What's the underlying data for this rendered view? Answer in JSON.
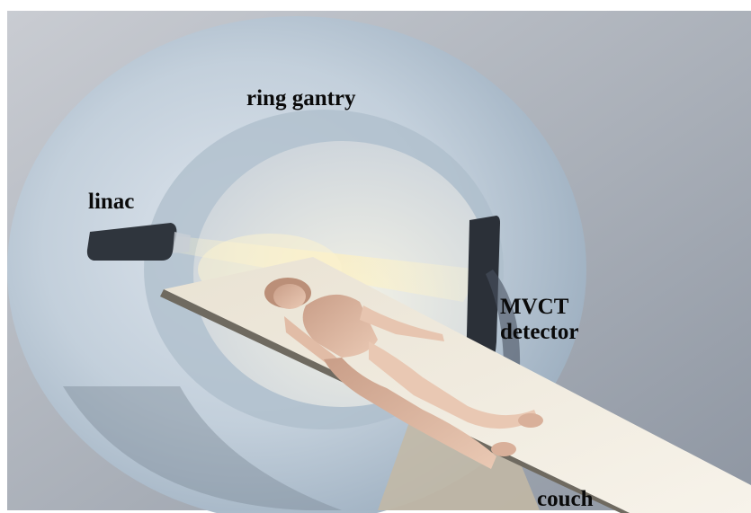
{
  "labels": {
    "ring_gantry": "ring gantry",
    "linac": "linac",
    "mvct_line1": "MVCT",
    "mvct_line2": "detector",
    "couch": "couch"
  },
  "colors": {
    "background_wall": "#a3aab5",
    "gantry": "#b9c8d6",
    "bore": "#e3e6e2",
    "beam": "#f3ecc4",
    "linac_head": "#2f353d",
    "detector": "#2b3038",
    "couch": "#f4efe6",
    "patient": "#e4bfa8",
    "label_text": "#0a0a0a"
  }
}
